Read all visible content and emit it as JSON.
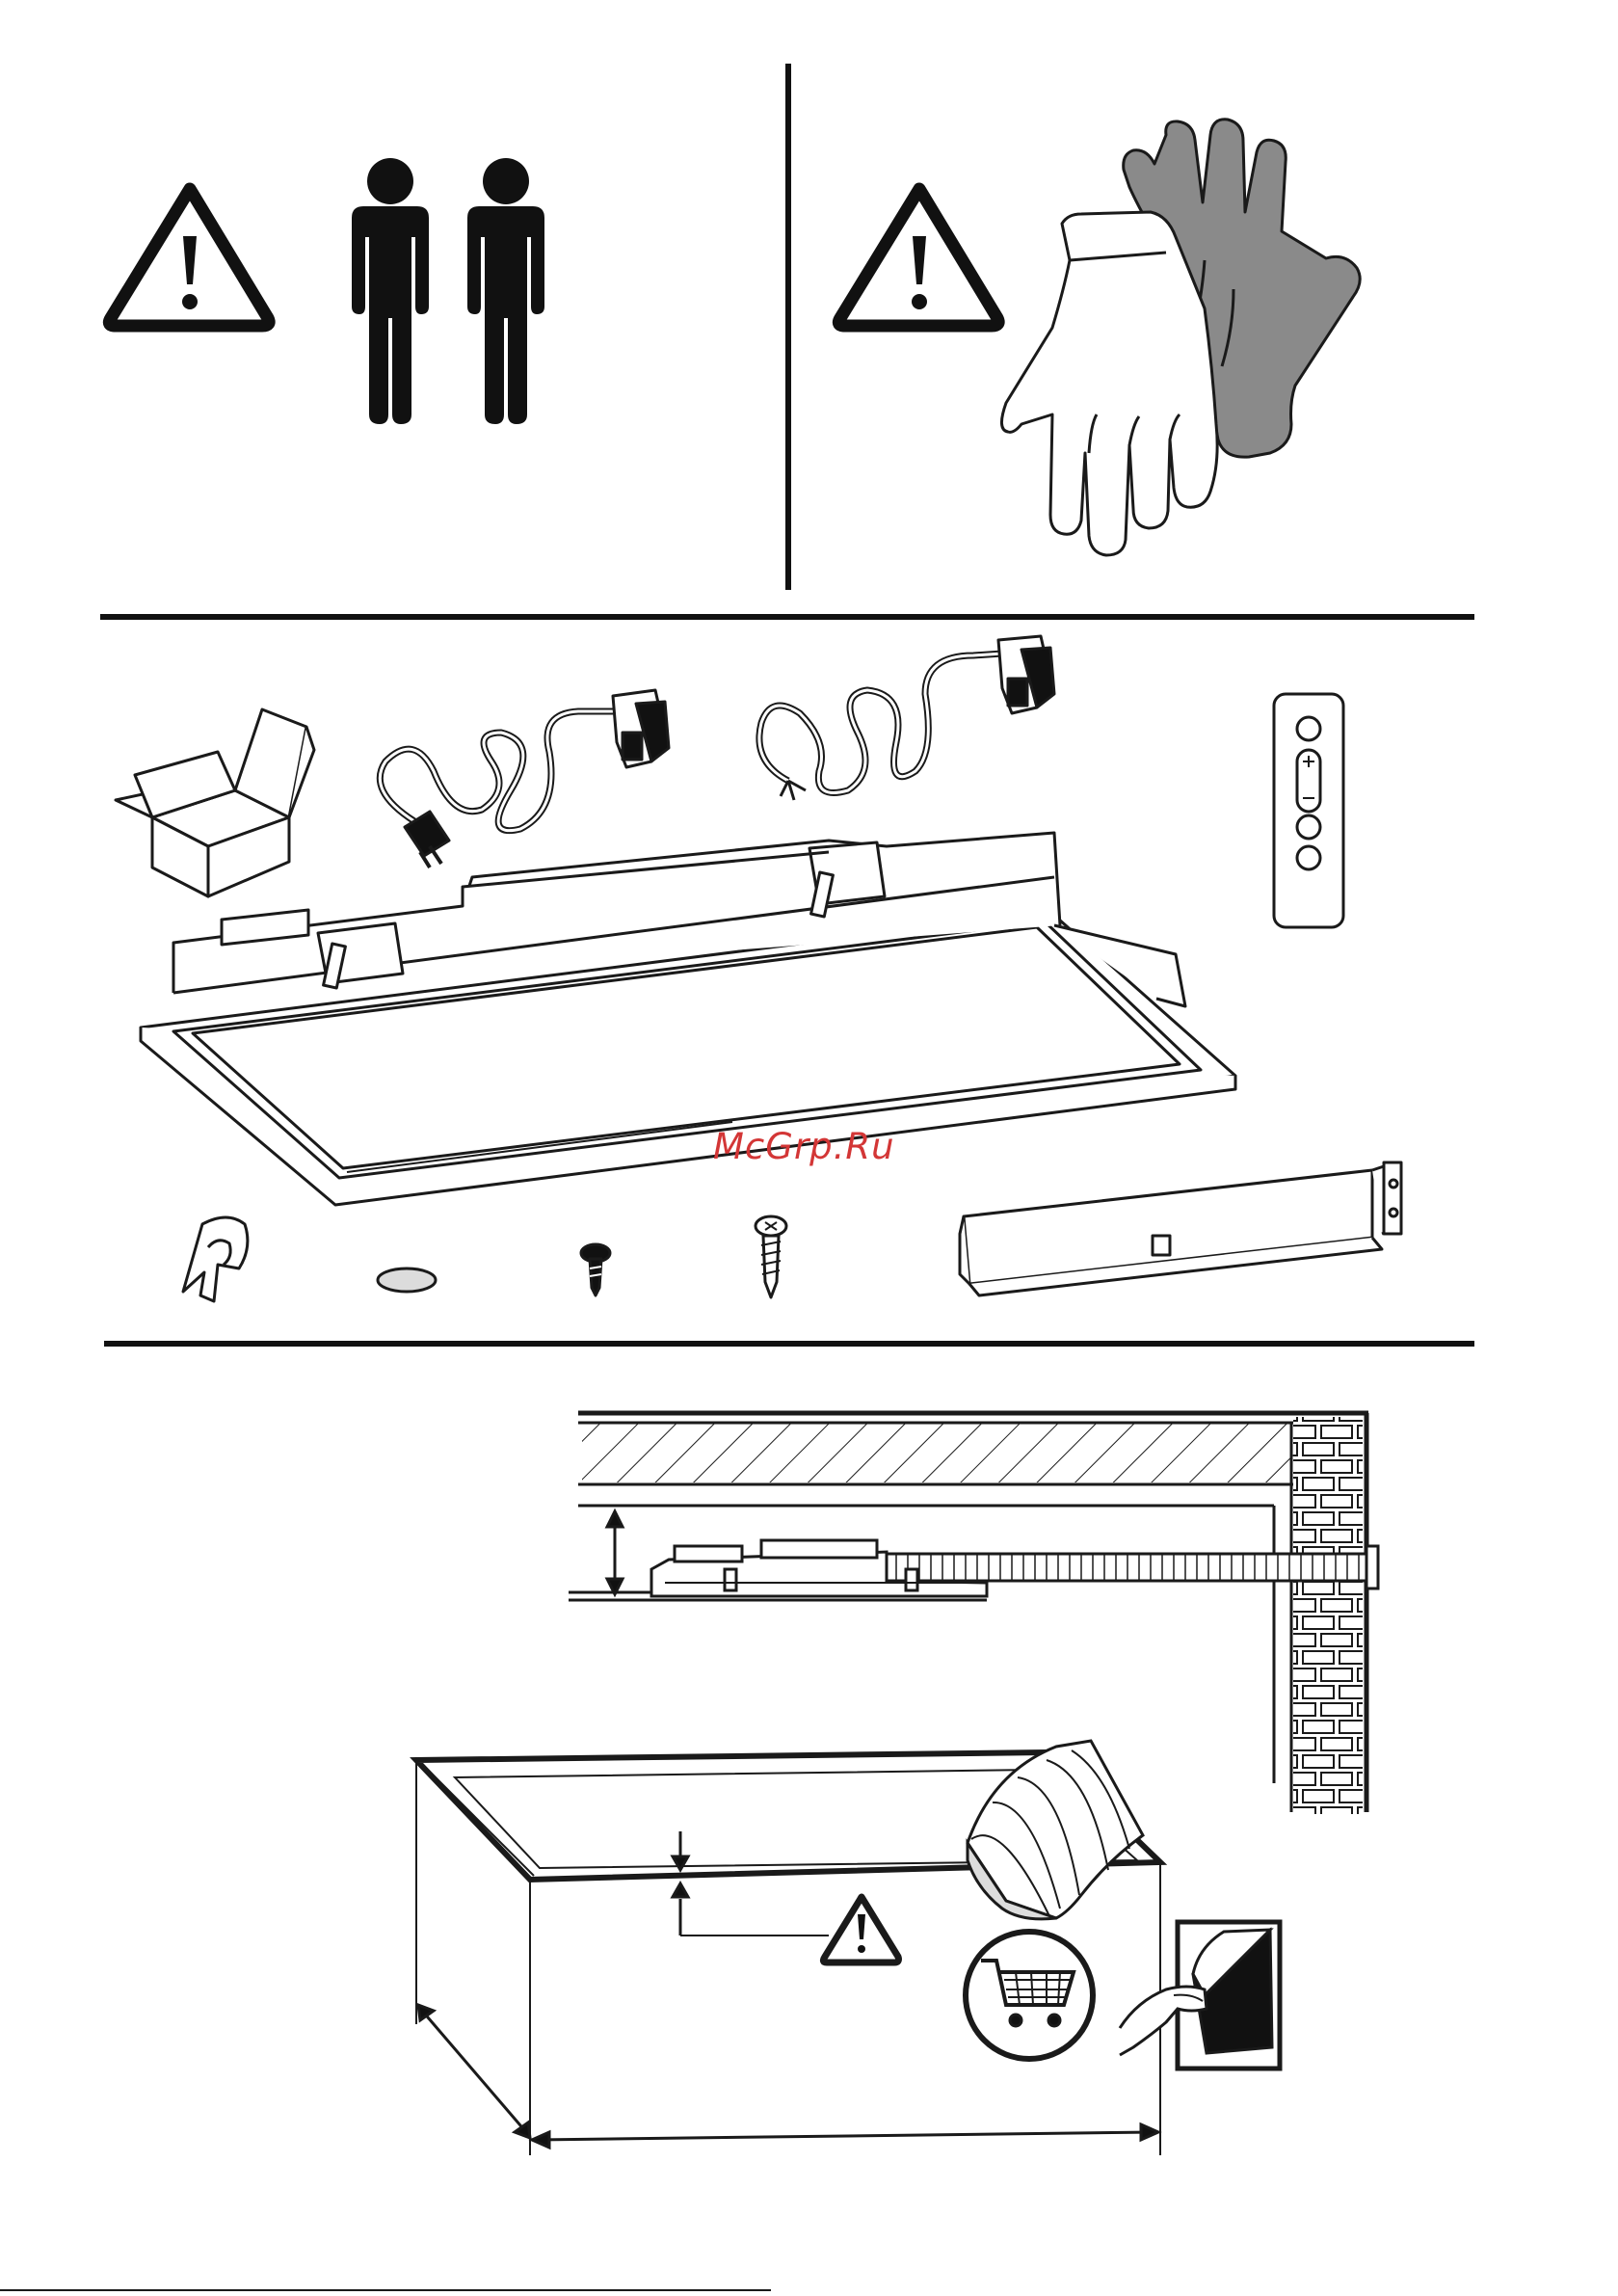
{
  "watermark": {
    "text": "McGrp.Ru",
    "color": "#d33636"
  },
  "colors": {
    "ink": "#111111",
    "glove_dark": "#8a8a8a",
    "cap_fill": "#dcdcdc",
    "stroke": "#1a1a1a"
  },
  "sections": {
    "safety": {
      "icons": [
        "warning-triangle-icon",
        "two-persons-icon",
        "warning-triangle-icon",
        "protective-gloves-icon"
      ]
    },
    "contents": {
      "icons": [
        "box-icon",
        "power-cord-plug-icon",
        "power-cord-bare-wires-icon",
        "remote-control-icon",
        "hood-unit",
        "cable-clamp-icon",
        "cover-cap-icon",
        "short-screw-icon",
        "long-screw-icon",
        "bracket-channel"
      ]
    },
    "installation": {
      "icons": [
        "ceiling-cross-section",
        "dimension-arrow",
        "brick-wall",
        "cutout-perspective",
        "warning-triangle-icon",
        "shopping-cart-icon",
        "duct-flexible-icon",
        "sticker-peel-icon"
      ]
    }
  }
}
